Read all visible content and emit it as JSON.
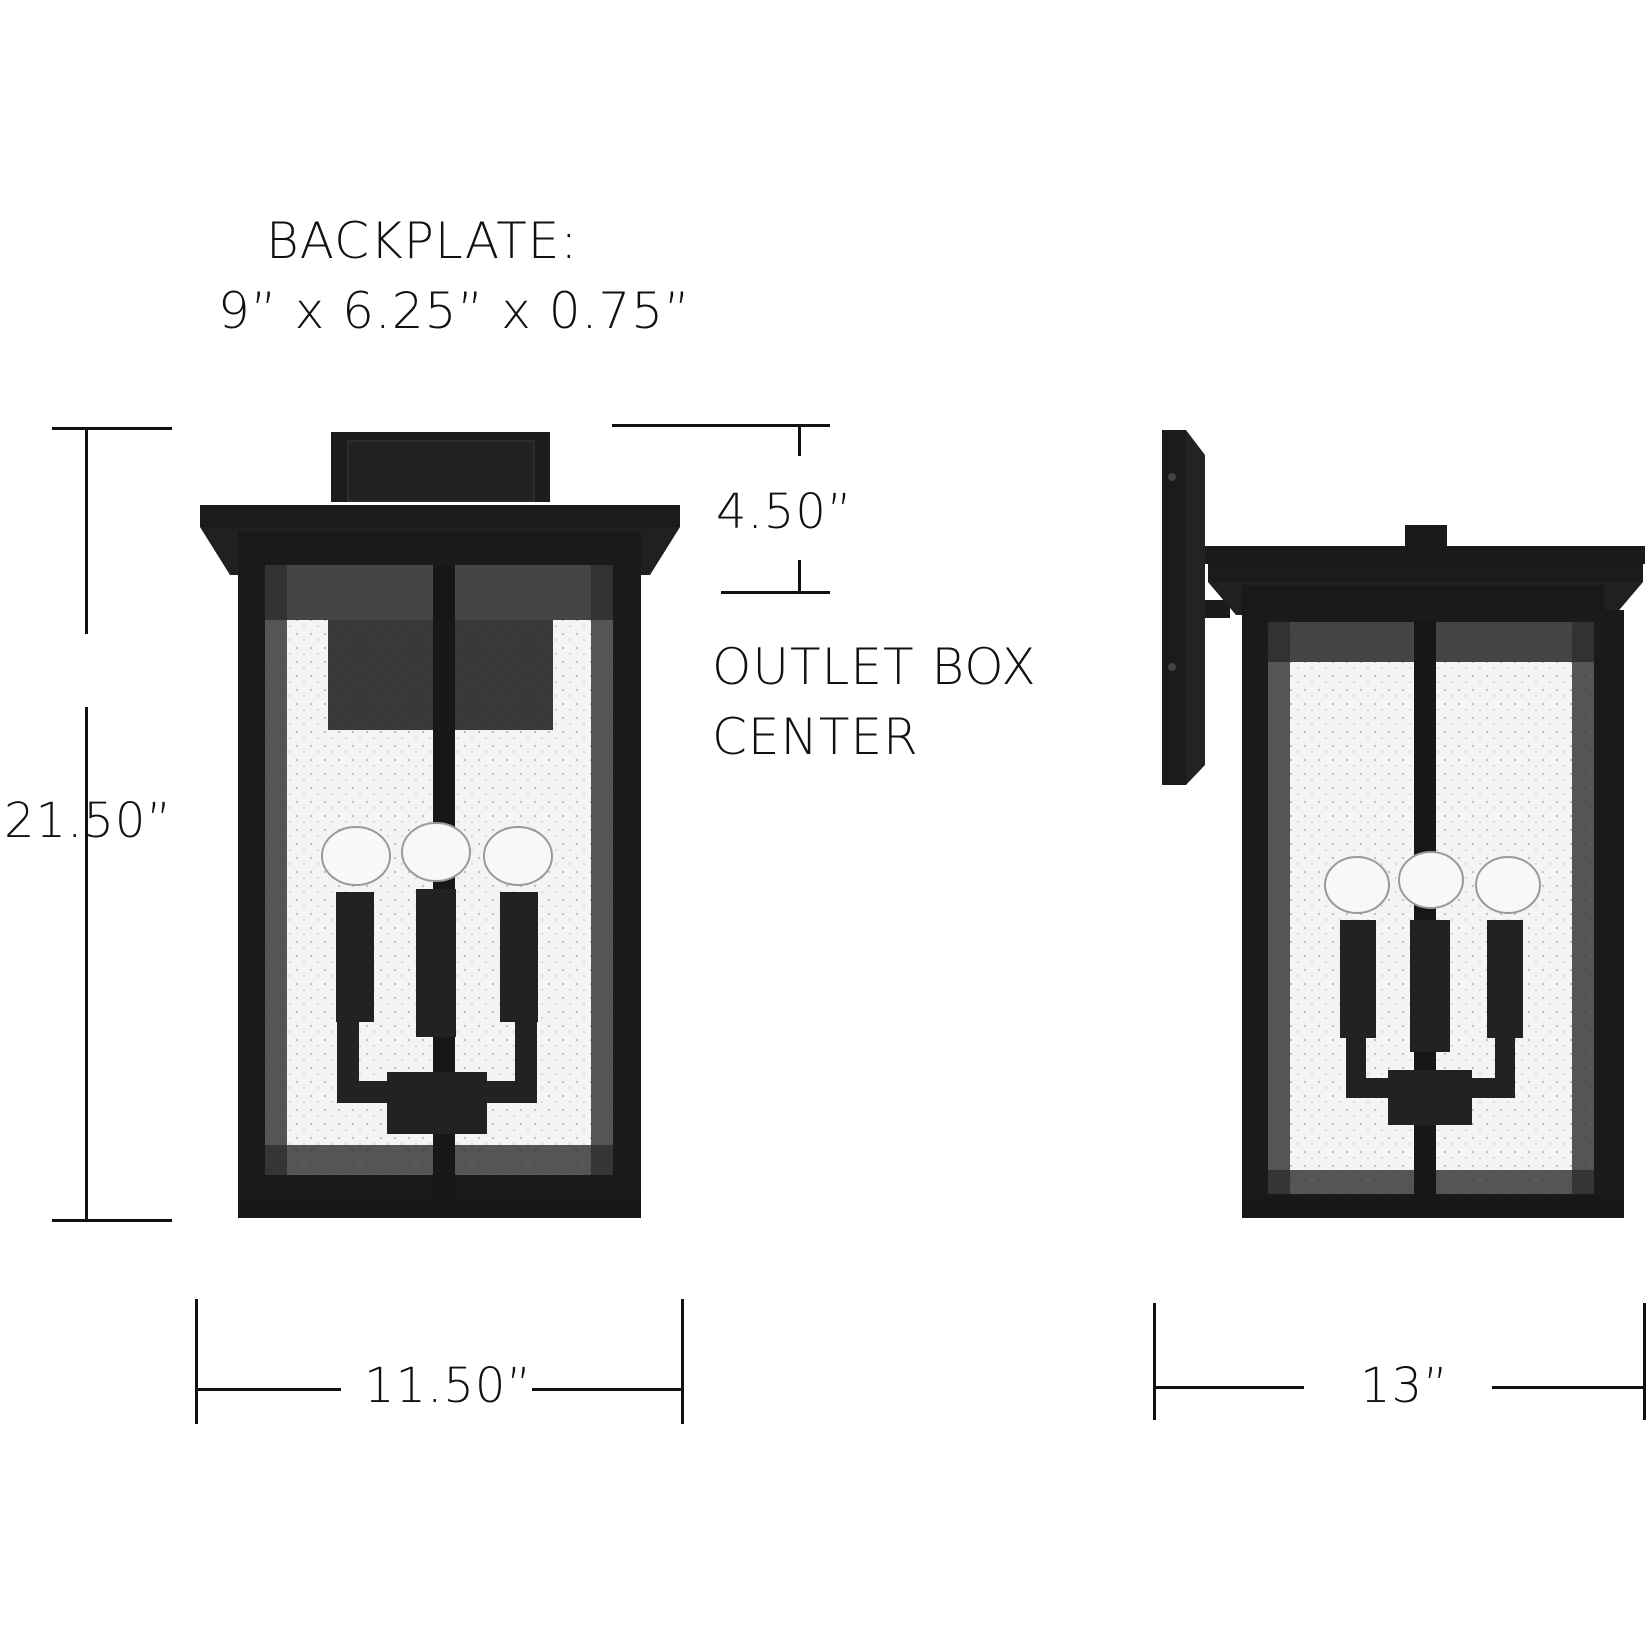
{
  "backplate": {
    "title": "BACKPLATE:",
    "dimensions": "9” x 6.25” x 0.75”"
  },
  "outlet_box": {
    "distance": "4.50”",
    "label_line1": "OUTLET BOX",
    "label_line2": "CENTER"
  },
  "front_view": {
    "height": "21.50”",
    "width": "11.50”"
  },
  "side_view": {
    "depth": "13”"
  },
  "colors": {
    "frame": "#1a1a1a",
    "line": "#111111",
    "glass": "#f4f5f6",
    "background": "#ffffff"
  }
}
